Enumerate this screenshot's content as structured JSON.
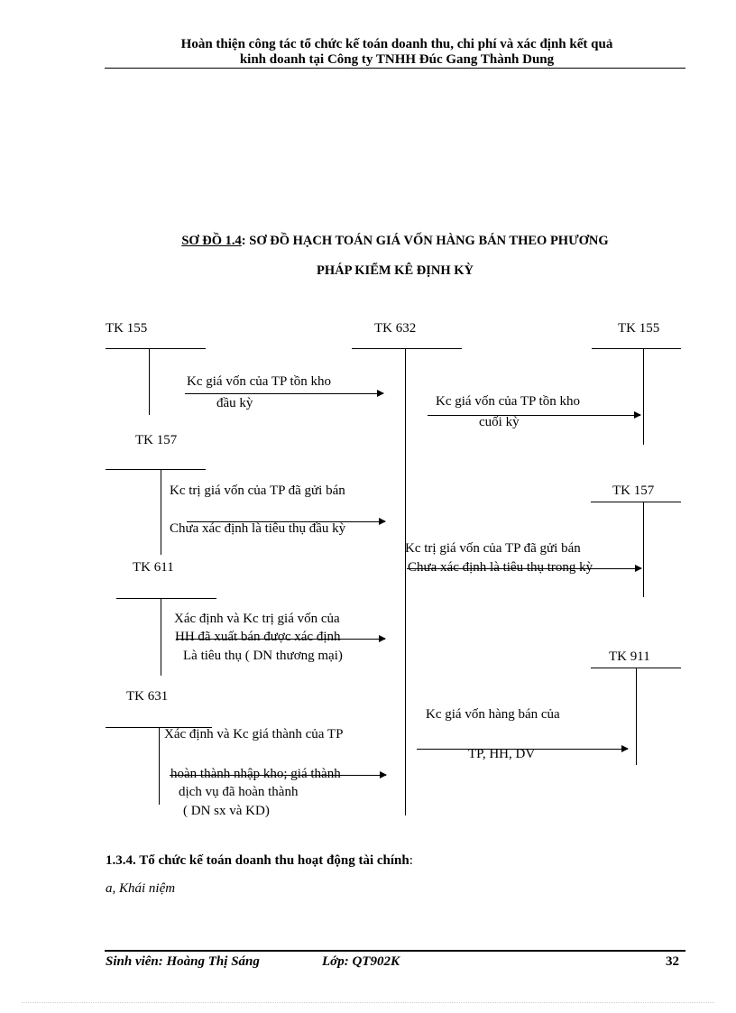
{
  "header": {
    "line1": "Hoàn thiện công tác tổ chức kế toán doanh thu, chi phí và xác định kết quả",
    "line2": "kinh doanh tại Công ty TNHH Đúc Gang Thành Dung"
  },
  "title": {
    "prefix": "SƠ ĐỒ 1.4",
    "line1_rest": ": SƠ ĐỒ HẠCH TOÁN GIÁ VỐN HÀNG BÁN THEO PHƯƠNG",
    "line2": "PHÁP KIỂM KÊ ĐỊNH KỲ"
  },
  "accounts": {
    "tk155_left": "TK 155",
    "tk632": "TK 632",
    "tk155_right": "TK 155",
    "tk157_left": "TK 157",
    "tk157_right": "TK 157",
    "tk611": "TK 611",
    "tk911": "TK 911",
    "tk631": "TK 631"
  },
  "entries": {
    "e1_line1": "Kc giá vốn của TP tồn kho",
    "e1_line2": "đầu kỳ",
    "e2_line1": "Kc giá vốn của TP tồn kho",
    "e2_line2": "cuối kỳ",
    "e3_line1": "Kc trị giá vốn của TP đã gửi bán",
    "e3_line2": "Chưa xác định là tiêu thụ đầu kỳ",
    "e4_line1": "Kc trị giá vốn của TP đã gửi bán",
    "e4_line2": "Chưa xác định là tiêu thụ trong kỳ",
    "e5_line1": "Xác định và Kc trị giá vốn của",
    "e5_line2": "HH đã xuất bán được xác định",
    "e5_line3": "Là tiêu thụ ( DN thương mại)",
    "e6_line1": "Kc giá vốn hàng bán của",
    "e6_line2": "TP, HH, DV",
    "e7_line1": "Xác định và Kc giá thành của TP",
    "e7_line2": "hoàn thành nhập kho; giá thành",
    "e7_line3": "dịch vụ đã hoàn thành",
    "e7_line4": "( DN sx và KD)"
  },
  "section": {
    "heading": "1.3.4. Tổ chức kế toán doanh thu hoạt động tài chính",
    "heading_colon": ":",
    "sub": "a, Khái niệm"
  },
  "footer": {
    "student": "Sinh viên: Hoàng Thị Sáng",
    "class": "Lớp: QT902K",
    "page": "32"
  }
}
